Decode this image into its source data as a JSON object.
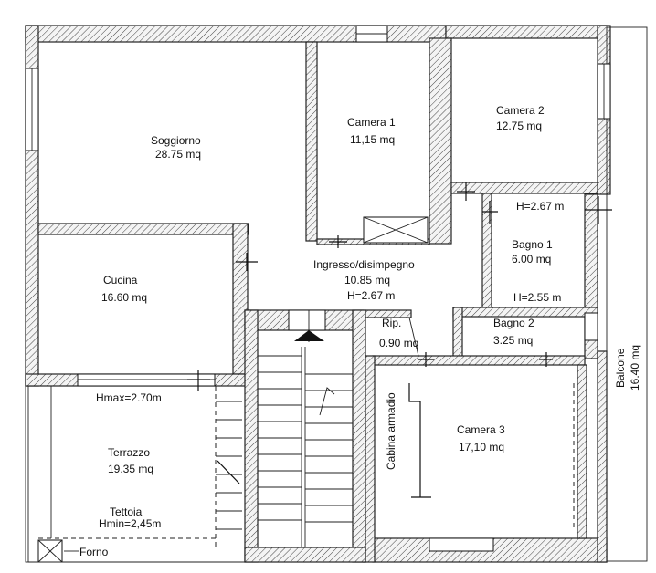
{
  "rooms": {
    "soggiorno": {
      "name": "Soggiorno",
      "area": "28.75 mq"
    },
    "camera1": {
      "name": "Camera 1",
      "area": "11,15 mq"
    },
    "camera2": {
      "name": "Camera 2",
      "area": "12.75 mq"
    },
    "cucina": {
      "name": "Cucina",
      "area": "16.60 mq"
    },
    "ingresso": {
      "name": "Ingresso/disimpegno",
      "area": "10.85 mq",
      "height": "H=2.67 m"
    },
    "bagno1": {
      "name": "Bagno 1",
      "area": "6.00 mq",
      "height_top": "H=2.67 m",
      "height_bottom": "H=2.55 m"
    },
    "rip": {
      "name": "Rip.",
      "area": "0.90 mq"
    },
    "bagno2": {
      "name": "Bagno 2",
      "area": "3.25 mq"
    },
    "camera3": {
      "name": "Camera 3",
      "area": "17,10 mq"
    },
    "cabina": {
      "name": "Cabina armadio"
    },
    "terrazzo": {
      "name": "Terrazzo",
      "area": "19.35 mq",
      "hmax": "Hmax=2.70m",
      "tettoia": "Tettoia",
      "hmin": "Hmin=2,45m"
    },
    "forno": {
      "name": "Forno"
    },
    "balcone": {
      "name": "Balcone",
      "area": "16.40 mq"
    }
  },
  "colors": {
    "ink": "#111111",
    "paper": "#ffffff"
  }
}
